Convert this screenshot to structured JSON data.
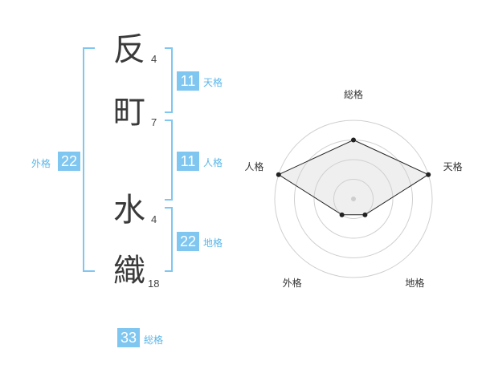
{
  "name": {
    "chars": [
      {
        "char": "反",
        "strokes": "4"
      },
      {
        "char": "町",
        "strokes": "7"
      },
      {
        "char": "水",
        "strokes": "4"
      },
      {
        "char": "織",
        "strokes": "18"
      }
    ]
  },
  "fortunes": {
    "tenkaku": {
      "value": "11",
      "label": "天格"
    },
    "jinkaku": {
      "value": "11",
      "label": "人格"
    },
    "chikaku": {
      "value": "22",
      "label": "地格"
    },
    "gaikaku": {
      "value": "22",
      "label": "外格"
    },
    "soukaku": {
      "value": "33",
      "label": "総格"
    }
  },
  "colors": {
    "accent": "#7fc6f0",
    "accent_text": "#5bb6ea",
    "bracket": "#7fc6f0"
  },
  "chart_data": {
    "type": "radar",
    "axes": [
      "総格",
      "天格",
      "地格",
      "外格",
      "人格"
    ],
    "values": [
      3,
      4,
      1,
      1,
      4
    ],
    "rings": 4,
    "grid": true
  }
}
